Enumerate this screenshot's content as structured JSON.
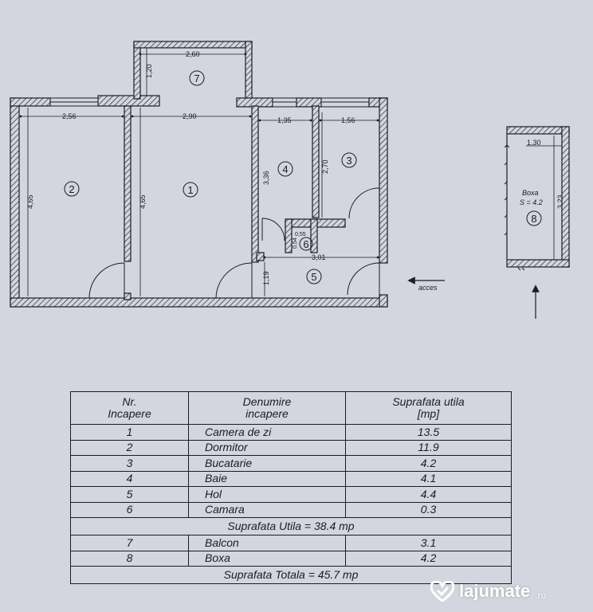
{
  "plan": {
    "rooms": [
      {
        "id": "1",
        "number": "1"
      },
      {
        "id": "2",
        "number": "2"
      },
      {
        "id": "3",
        "number": "3"
      },
      {
        "id": "4",
        "number": "4"
      },
      {
        "id": "5",
        "number": "5"
      },
      {
        "id": "6",
        "number": "6"
      },
      {
        "id": "7",
        "number": "7"
      },
      {
        "id": "8",
        "number": "8"
      }
    ],
    "dimensions": {
      "balcony_width": "2,60",
      "balcony_depth": "1,20",
      "room2_width": "2,56",
      "room2_depth": "4,65",
      "room1_width": "2,90",
      "room1_depth": "4,65",
      "room4_width": "1,35",
      "room4_depth": "3,36",
      "room3_width": "1,56",
      "room3_depth": "2,70",
      "closet_a": "0,55",
      "closet_b": "0,54",
      "hall_width": "3,01",
      "hall_depth": "1,19",
      "box_width": "1,30",
      "box_depth": "3,23"
    },
    "box_label": "Boxa",
    "box_area": "S = 4.2",
    "access_label": "acces"
  },
  "table": {
    "headers": {
      "col1": [
        "Nr.",
        "Incapere"
      ],
      "col2": [
        "Denumire",
        "incapere"
      ],
      "col3": [
        "Suprafata utila",
        "[mp]"
      ]
    },
    "rows_a": [
      {
        "nr": "1",
        "name": "Camera de zi",
        "area": "13.5"
      },
      {
        "nr": "2",
        "name": "Dormitor",
        "area": "11.9"
      },
      {
        "nr": "3",
        "name": "Bucatarie",
        "area": "4.2"
      },
      {
        "nr": "4",
        "name": "Baie",
        "area": "4.1"
      },
      {
        "nr": "5",
        "name": "Hol",
        "area": "4.4"
      },
      {
        "nr": "6",
        "name": "Camara",
        "area": "0.3"
      }
    ],
    "subtotal": "Suprafata Utila = 38.4 mp",
    "rows_b": [
      {
        "nr": "7",
        "name": "Balcon",
        "area": "3.1"
      },
      {
        "nr": "8",
        "name": "Boxa",
        "area": "4.2"
      }
    ],
    "total": "Suprafata Totala = 45.7 mp"
  },
  "watermark": {
    "brand": "lajumate",
    "tld": ".ro"
  }
}
